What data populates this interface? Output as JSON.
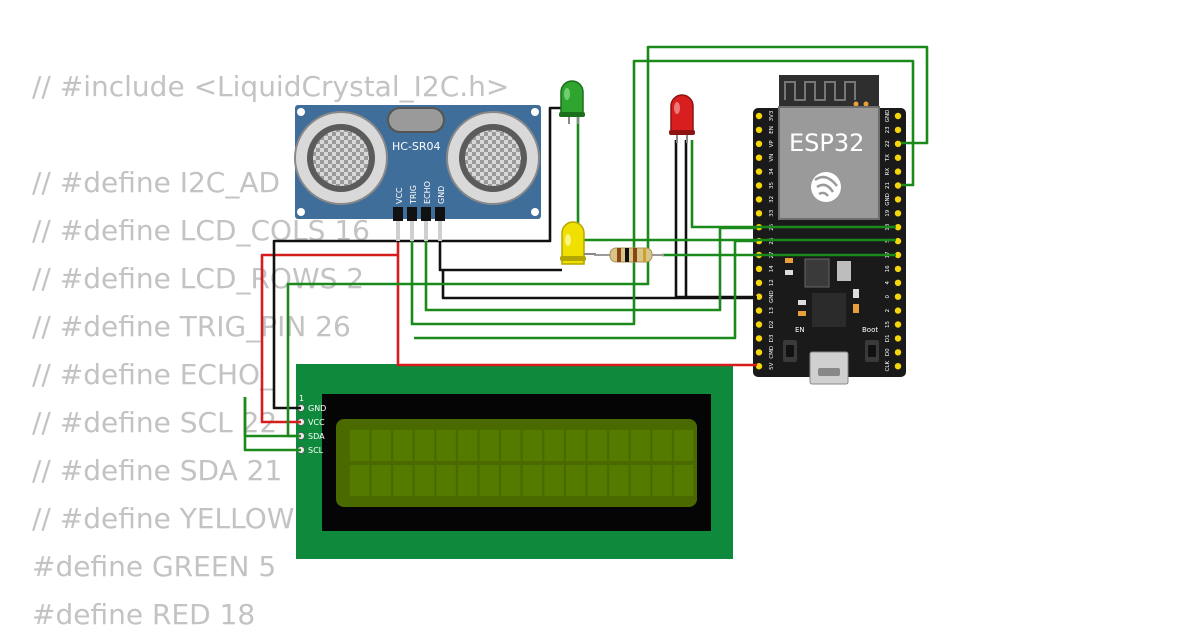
{
  "code_lines": [
    "// #include <LiquidCrystal_I2C.h>",
    "",
    "// #define I2C_AD",
    "// #define LCD_COLS 16",
    "// #define LCD_ROWS 2",
    "// #define TRIG_PIN 26",
    "// #define ECHO_",
    "// #define SCL 22",
    "// #define SDA 21",
    "// #define YELLOW",
    "#define GREEN 5",
    "#define RED 18"
  ],
  "sensor": {
    "name": "HC-SR04",
    "pins": [
      "VCC",
      "TRIG",
      "ECHO",
      "GND"
    ]
  },
  "esp32": {
    "label": "ESP32",
    "en_label": "EN",
    "boot_label": "Boot",
    "left_pins": [
      "3V3",
      "EN",
      "VP",
      "VN",
      "34",
      "35",
      "32",
      "33",
      "25",
      "26",
      "27",
      "14",
      "12",
      "GND",
      "13",
      "D2",
      "D3",
      "CMD",
      "5V"
    ],
    "right_pins": [
      "GND",
      "23",
      "22",
      "TX",
      "RX",
      "21",
      "GND",
      "19",
      "18",
      "5",
      "17",
      "16",
      "4",
      "0",
      "2",
      "15",
      "D1",
      "D0",
      "CLK"
    ]
  },
  "lcd": {
    "pin_index": "1",
    "pins": [
      "GND",
      "VCC",
      "SDA",
      "SCL"
    ]
  },
  "colors": {
    "wire_green": "#1a8a1a",
    "wire_red": "#d61d1d",
    "wire_black": "#111111",
    "sensor_board": "#3f6e9b",
    "esp_board": "#1a1a1a",
    "lcd_pcb": "#0f8a3c",
    "lcd_screen": "#4a6a00",
    "led_green": "#2fa52f",
    "led_red": "#d81e1e",
    "led_yellow": "#f0e000"
  }
}
